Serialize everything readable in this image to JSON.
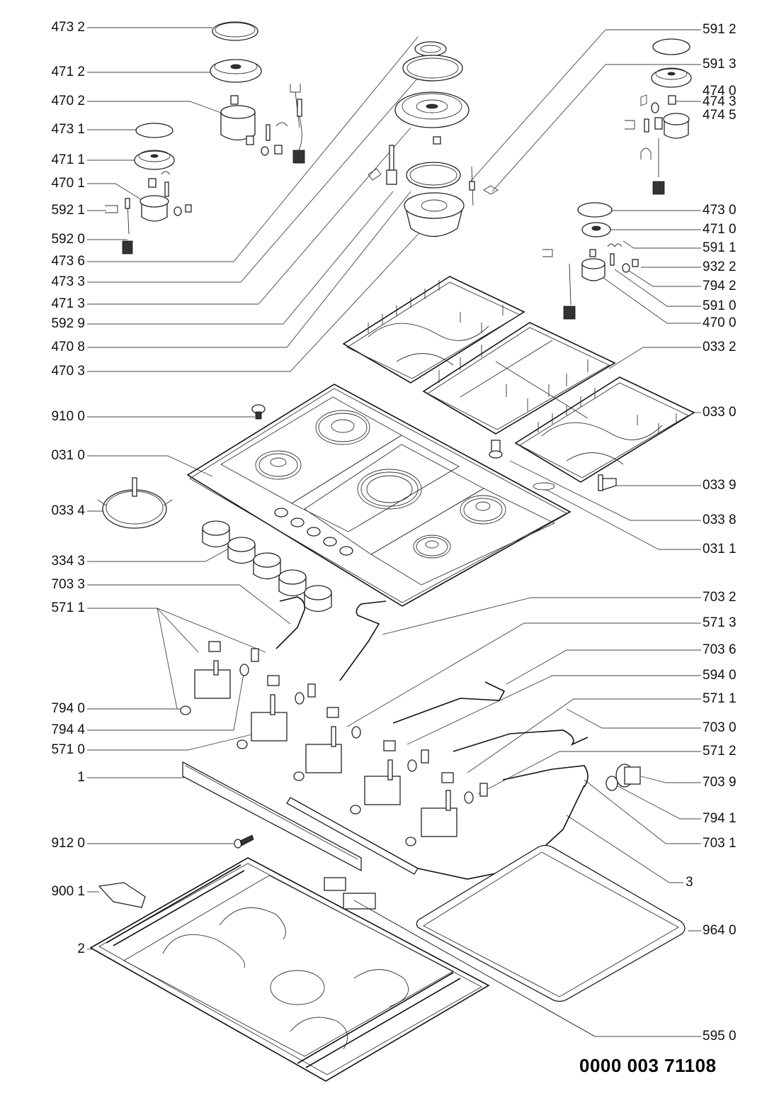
{
  "diagram": {
    "type": "exploded-parts-view",
    "subject": "gas hob",
    "document_code": "0000 003 71108"
  },
  "labels_left": [
    {
      "id": "473-2",
      "text": "473 2"
    },
    {
      "id": "471-2",
      "text": "471 2"
    },
    {
      "id": "470-2",
      "text": "470 2"
    },
    {
      "id": "473-1",
      "text": "473 1"
    },
    {
      "id": "471-1",
      "text": "471 1"
    },
    {
      "id": "470-1",
      "text": "470 1"
    },
    {
      "id": "592-1",
      "text": "592 1"
    },
    {
      "id": "592-0",
      "text": "592 0"
    },
    {
      "id": "473-6",
      "text": "473 6"
    },
    {
      "id": "473-3",
      "text": "473 3"
    },
    {
      "id": "471-3",
      "text": "471 3"
    },
    {
      "id": "592-9",
      "text": "592 9"
    },
    {
      "id": "470-8",
      "text": "470 8"
    },
    {
      "id": "470-3",
      "text": "470 3"
    },
    {
      "id": "910-0",
      "text": "910 0"
    },
    {
      "id": "031-0",
      "text": "031 0"
    },
    {
      "id": "033-4",
      "text": "033 4"
    },
    {
      "id": "334-3",
      "text": "334 3"
    },
    {
      "id": "703-3",
      "text": "703 3"
    },
    {
      "id": "571-1a",
      "text": "571 1"
    },
    {
      "id": "794-0",
      "text": "794 0"
    },
    {
      "id": "794-4",
      "text": "794 4"
    },
    {
      "id": "571-0",
      "text": "571 0"
    },
    {
      "id": "1",
      "text": "1"
    },
    {
      "id": "912-0",
      "text": "912 0"
    },
    {
      "id": "900-1",
      "text": "900 1"
    },
    {
      "id": "2",
      "text": "2"
    }
  ],
  "labels_right": [
    {
      "id": "591-2",
      "text": "591 2"
    },
    {
      "id": "591-3",
      "text": "591 3"
    },
    {
      "id": "474-0",
      "text": "474 0"
    },
    {
      "id": "474-3",
      "text": "474 3"
    },
    {
      "id": "474-5",
      "text": "474 5"
    },
    {
      "id": "473-0",
      "text": "473 0"
    },
    {
      "id": "471-0",
      "text": "471 0"
    },
    {
      "id": "591-1",
      "text": "591 1"
    },
    {
      "id": "932-2",
      "text": "932 2"
    },
    {
      "id": "794-2",
      "text": "794 2"
    },
    {
      "id": "591-0",
      "text": "591 0"
    },
    {
      "id": "470-0",
      "text": "470 0"
    },
    {
      "id": "033-2",
      "text": "033 2"
    },
    {
      "id": "033-0",
      "text": "033 0"
    },
    {
      "id": "033-9",
      "text": "033 9"
    },
    {
      "id": "033-8",
      "text": "033 8"
    },
    {
      "id": "031-1",
      "text": "031 1"
    },
    {
      "id": "703-2",
      "text": "703 2"
    },
    {
      "id": "571-3",
      "text": "571 3"
    },
    {
      "id": "703-6",
      "text": "703 6"
    },
    {
      "id": "594-0",
      "text": "594 0"
    },
    {
      "id": "571-1b",
      "text": "571 1"
    },
    {
      "id": "703-0",
      "text": "703 0"
    },
    {
      "id": "571-2",
      "text": "571 2"
    },
    {
      "id": "703-9",
      "text": "703 9"
    },
    {
      "id": "794-1",
      "text": "794 1"
    },
    {
      "id": "703-1",
      "text": "703 1"
    },
    {
      "id": "3",
      "text": "3"
    },
    {
      "id": "964-0",
      "text": "964 0"
    },
    {
      "id": "595-0",
      "text": "595 0"
    }
  ]
}
